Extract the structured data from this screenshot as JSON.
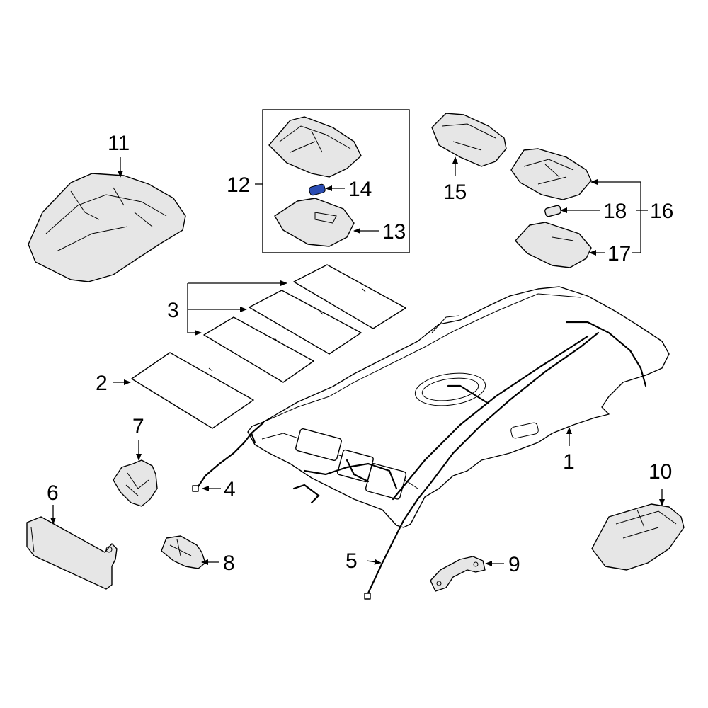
{
  "callouts": {
    "c1": "1",
    "c2": "2",
    "c3": "3",
    "c4": "4",
    "c5": "5",
    "c6": "6",
    "c7": "7",
    "c8": "8",
    "c9": "9",
    "c10": "10",
    "c11": "11",
    "c12": "12",
    "c13": "13",
    "c14": "14",
    "c15": "15",
    "c16": "16",
    "c17": "17",
    "c18": "18"
  },
  "colors": {
    "line": "#000000",
    "part_fill": "#ffffff",
    "shade": "#e6e6e6",
    "bulb_highlight": "#2b4db3"
  }
}
